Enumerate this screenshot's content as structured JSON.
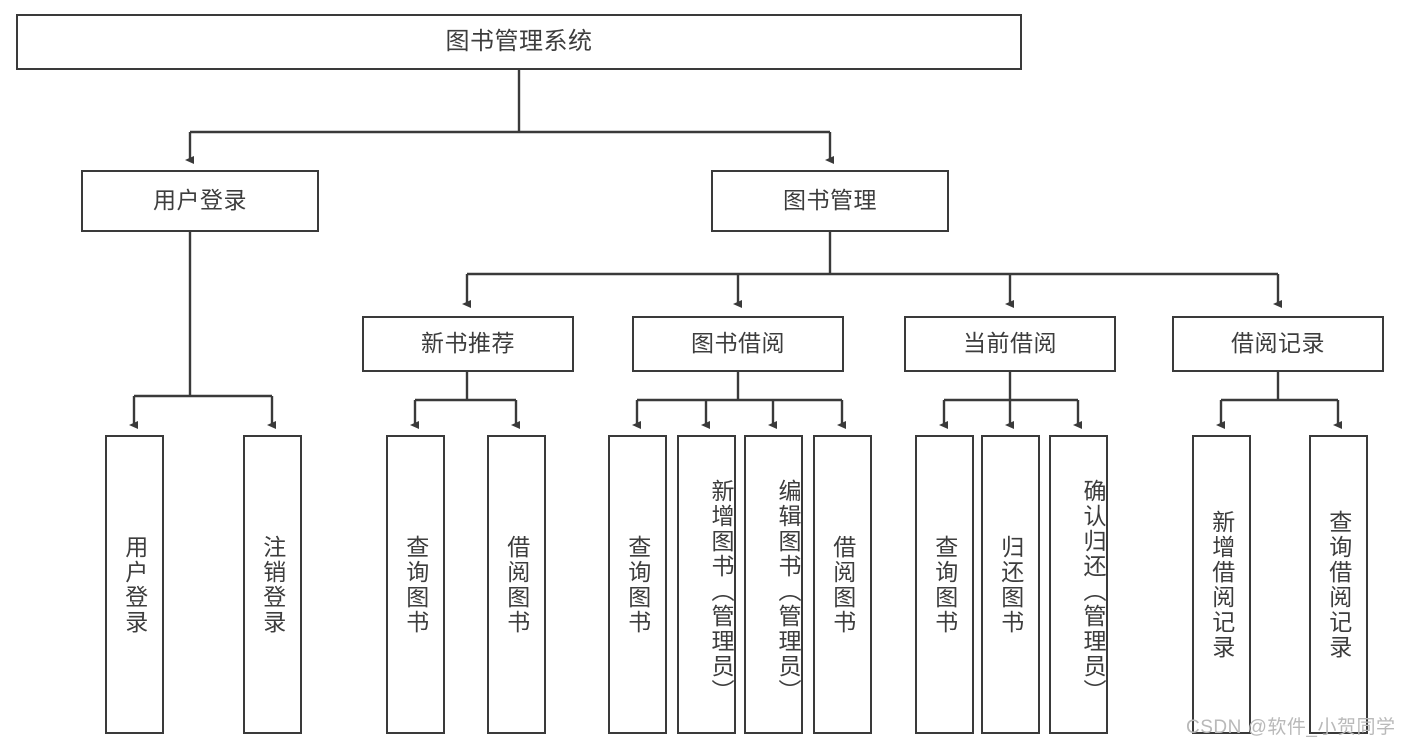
{
  "diagram": {
    "title": "图书管理系统",
    "type": "功能结构图",
    "root": {
      "label": "图书管理系统"
    },
    "level2": [
      {
        "label": "用户登录"
      },
      {
        "label": "图书管理"
      }
    ],
    "level3": [
      {
        "label": "新书推荐"
      },
      {
        "label": "图书借阅"
      },
      {
        "label": "当前借阅"
      },
      {
        "label": "借阅记录"
      }
    ],
    "leaves": {
      "user_login": [
        {
          "label": "用户登录"
        },
        {
          "label": "注销登录"
        }
      ],
      "new_book_recommend": [
        {
          "label": "查询图书"
        },
        {
          "label": "借阅图书"
        }
      ],
      "book_borrow": [
        {
          "label": "查询图书"
        },
        {
          "label": "新增图书（管理员）"
        },
        {
          "label": "编辑图书（管理员）"
        },
        {
          "label": "借阅图书"
        }
      ],
      "current_borrow": [
        {
          "label": "查询图书"
        },
        {
          "label": "归还图书"
        },
        {
          "label": "确认归还（管理员）"
        }
      ],
      "borrow_record": [
        {
          "label": "新增借阅记录"
        },
        {
          "label": "查询借阅记录"
        }
      ]
    }
  },
  "watermark": {
    "text": "CSDN @软件_小贺同学"
  },
  "colors": {
    "stroke": "#3a3a3a",
    "box_fill": "#ffffff",
    "text": "#3d3d3d",
    "watermark": "#b9b9b9",
    "background": "#ffffff"
  }
}
